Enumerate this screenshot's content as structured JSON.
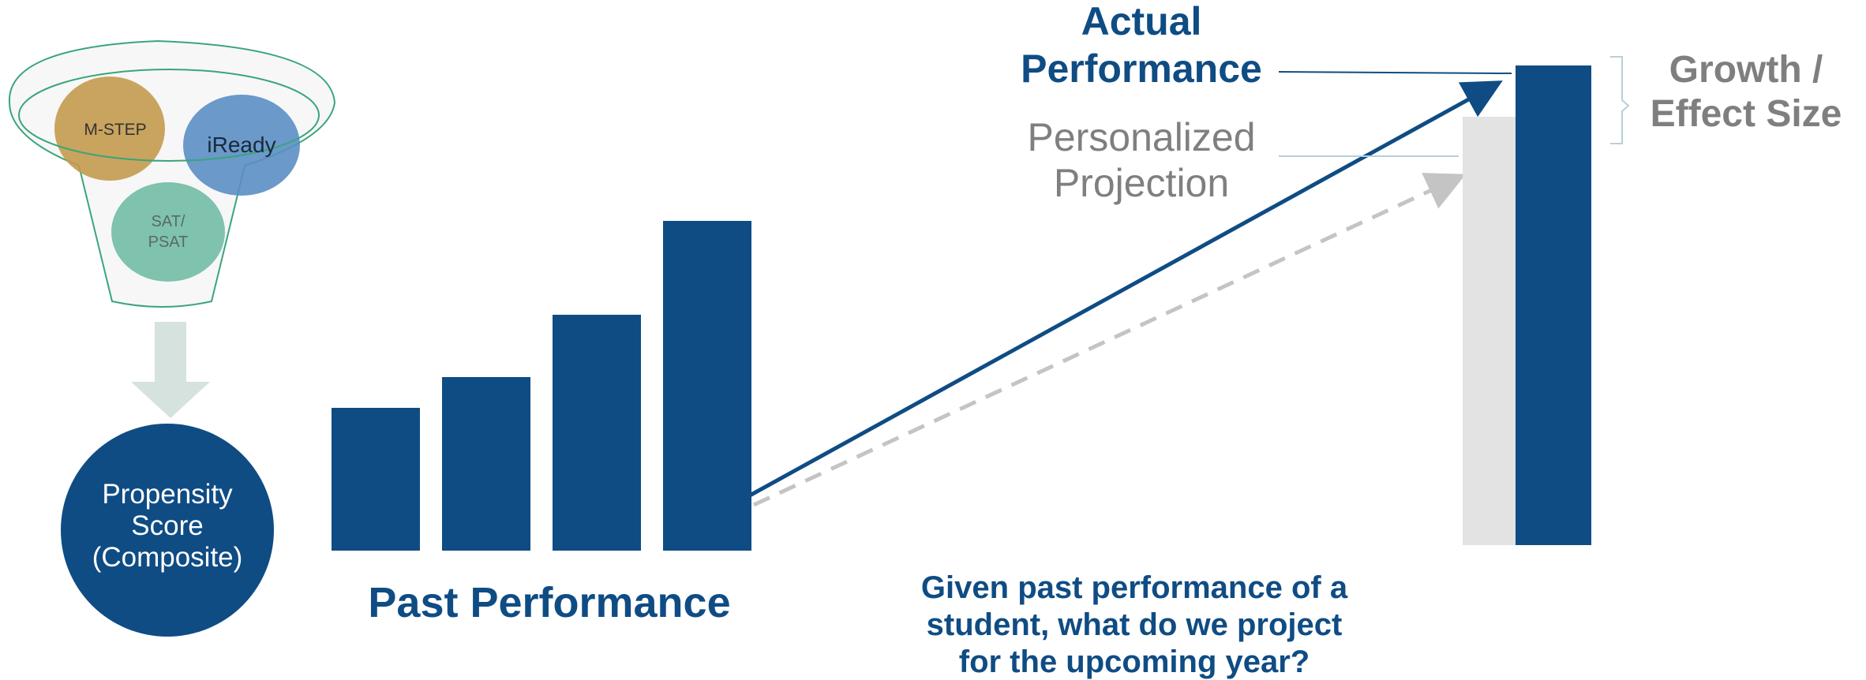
{
  "funnel": {
    "sources": [
      "M-STEP",
      "iReady",
      "SAT/",
      "PSAT"
    ],
    "arrow_color": "#d6e2dd",
    "outline_color": "#3aa57a"
  },
  "propensity": {
    "lines": [
      "Propensity",
      "Score",
      "(Composite)"
    ],
    "fill": "#0f4c84"
  },
  "past_performance": {
    "label": "Past Performance",
    "bar_count": 4,
    "relative_heights": [
      0.43,
      0.52,
      0.71,
      1.0
    ]
  },
  "projection_labels": {
    "actual_line1": "Actual",
    "actual_line2": "Performance",
    "projection_line1": "Personalized",
    "projection_line2": "Projection",
    "growth_line1": "Growth /",
    "growth_line2": "Effect Size"
  },
  "question": {
    "lines": [
      "Given past performance of a",
      "student, what do we project",
      "for the upcoming year?"
    ]
  },
  "colors": {
    "primary": "#0f4c84",
    "projection_gray": "#e3e3e3",
    "dashed_gray": "#c4c4c4",
    "label_gray": "#7f7f7f",
    "mstep": "#c39a4e",
    "iready": "#5a8ec4",
    "sat": "#6ab9a0"
  }
}
